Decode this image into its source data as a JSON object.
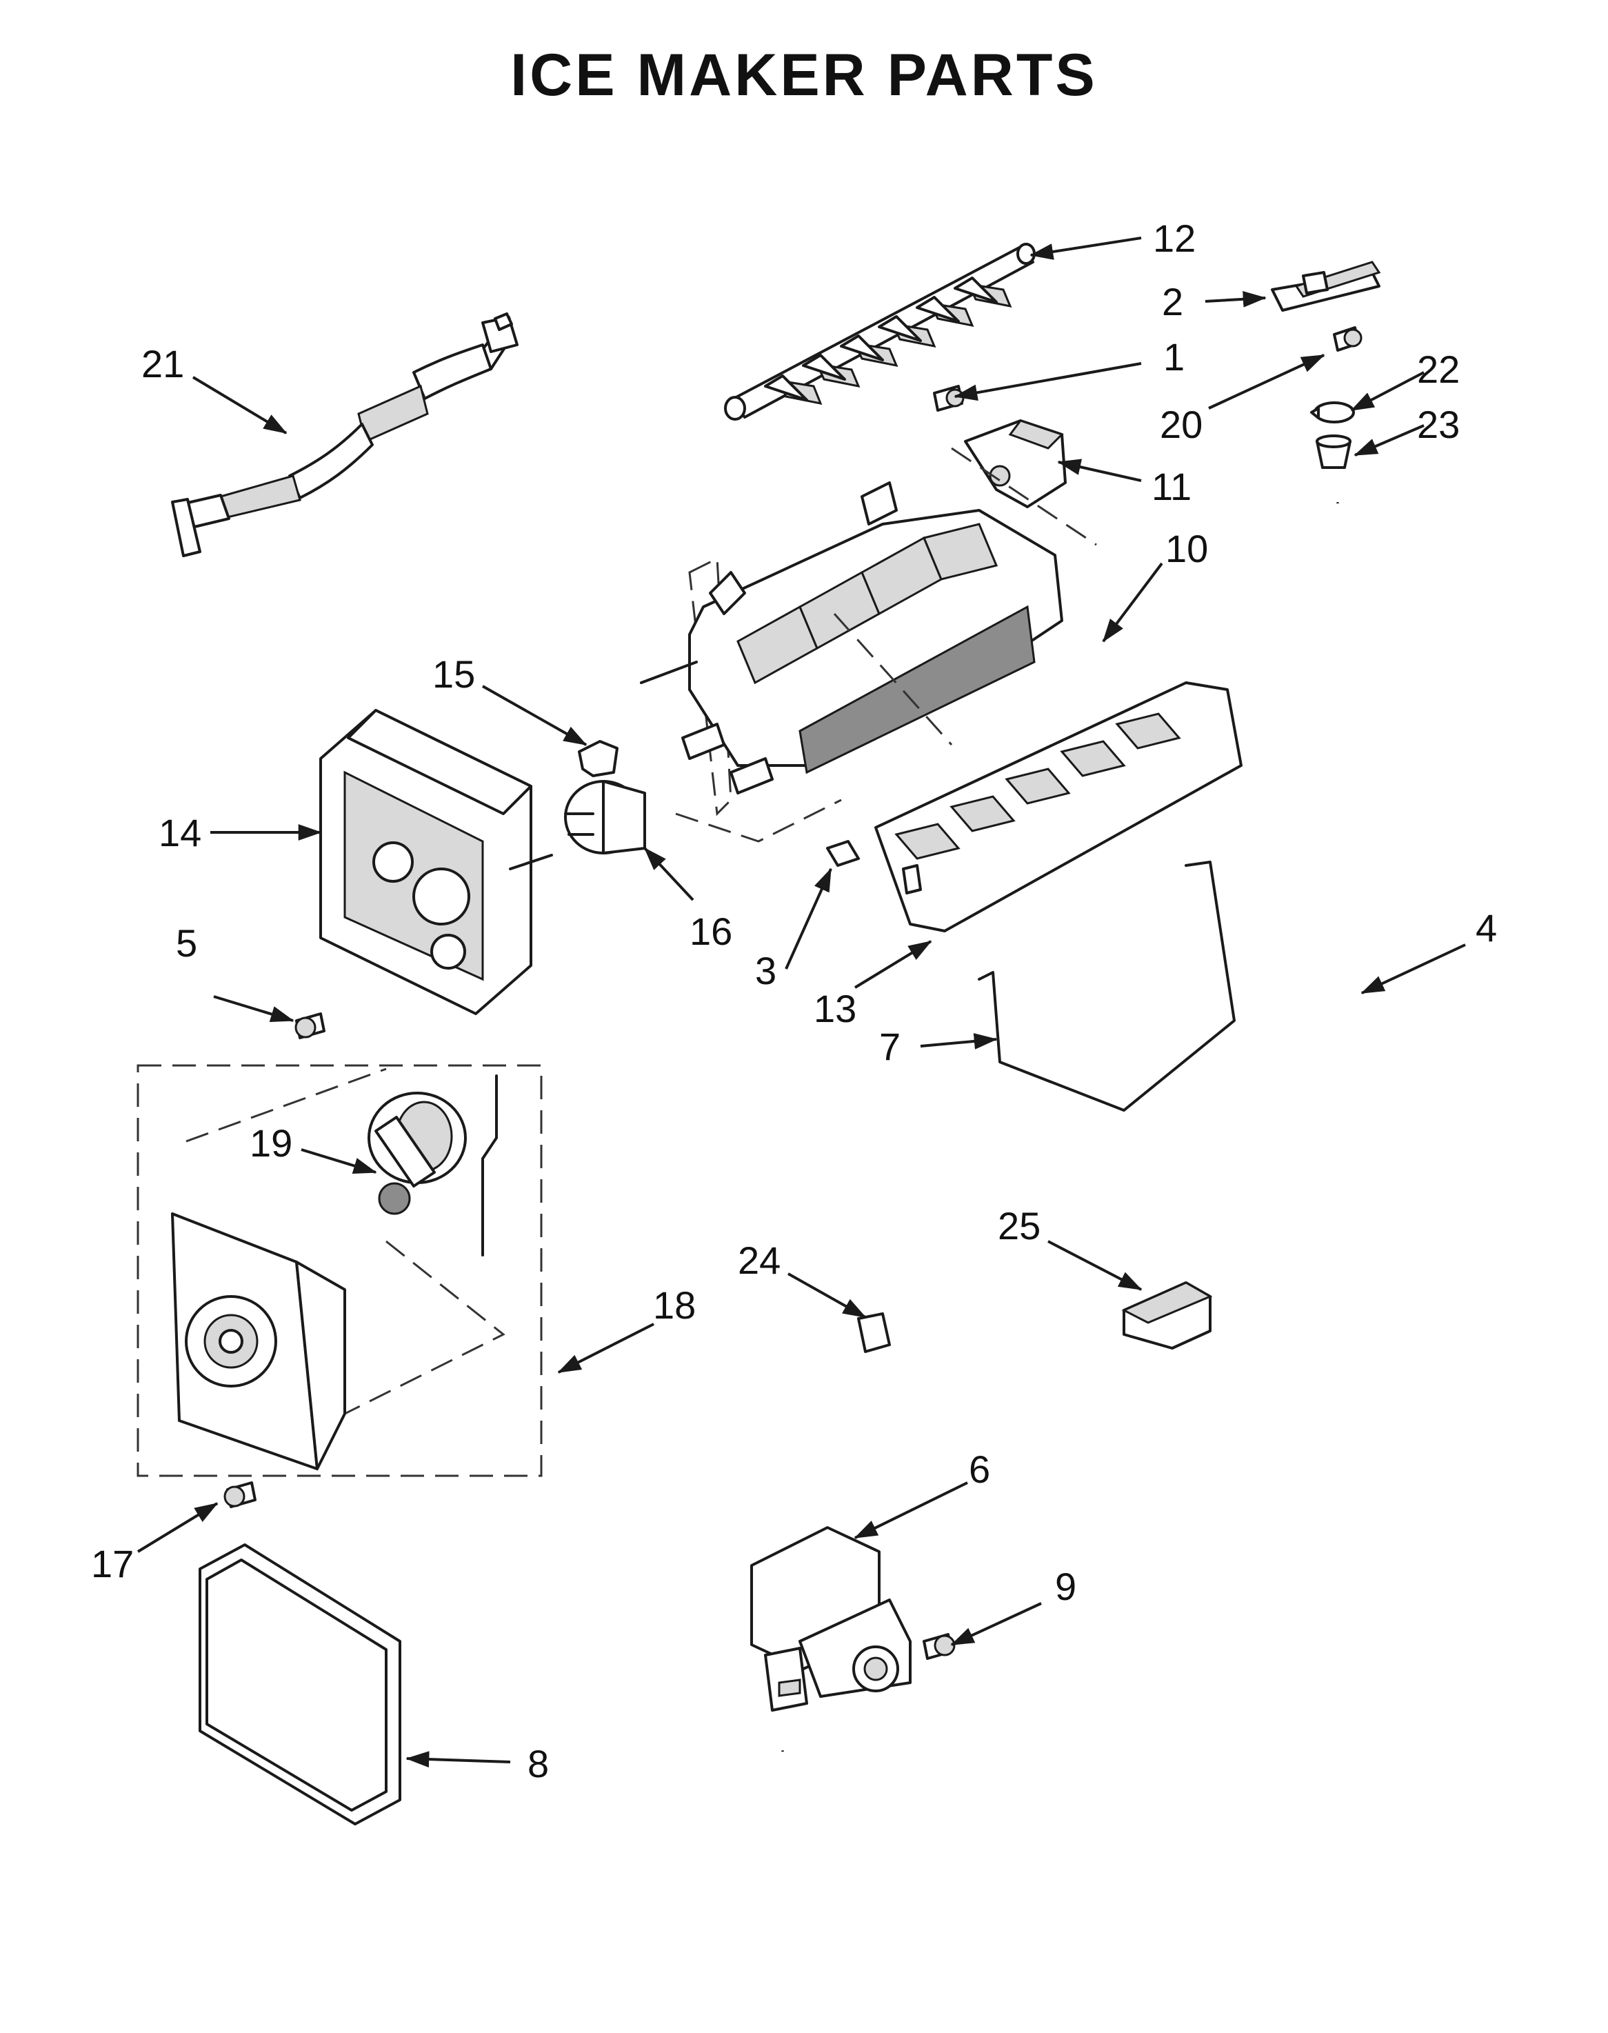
{
  "title": "ICE MAKER PARTS",
  "callouts": [
    {
      "id": "c12",
      "text": "12"
    },
    {
      "id": "c2",
      "text": "2"
    },
    {
      "id": "c21",
      "text": "21"
    },
    {
      "id": "c1",
      "text": "1"
    },
    {
      "id": "c22",
      "text": "22"
    },
    {
      "id": "c20",
      "text": "20"
    },
    {
      "id": "c23",
      "text": "23"
    },
    {
      "id": "c11",
      "text": "11"
    },
    {
      "id": "c10",
      "text": "10"
    },
    {
      "id": "c15",
      "text": "15"
    },
    {
      "id": "c14",
      "text": "14"
    },
    {
      "id": "c16",
      "text": "16"
    },
    {
      "id": "c3",
      "text": "3"
    },
    {
      "id": "c5",
      "text": "5"
    },
    {
      "id": "c4",
      "text": "4"
    },
    {
      "id": "c13",
      "text": "13"
    },
    {
      "id": "c7",
      "text": "7"
    },
    {
      "id": "c19",
      "text": "19"
    },
    {
      "id": "c25",
      "text": "25"
    },
    {
      "id": "c24",
      "text": "24"
    },
    {
      "id": "c18",
      "text": "18"
    },
    {
      "id": "c6",
      "text": "6"
    },
    {
      "id": "c17",
      "text": "17"
    },
    {
      "id": "c9",
      "text": "9"
    },
    {
      "id": "c8",
      "text": "8"
    }
  ]
}
